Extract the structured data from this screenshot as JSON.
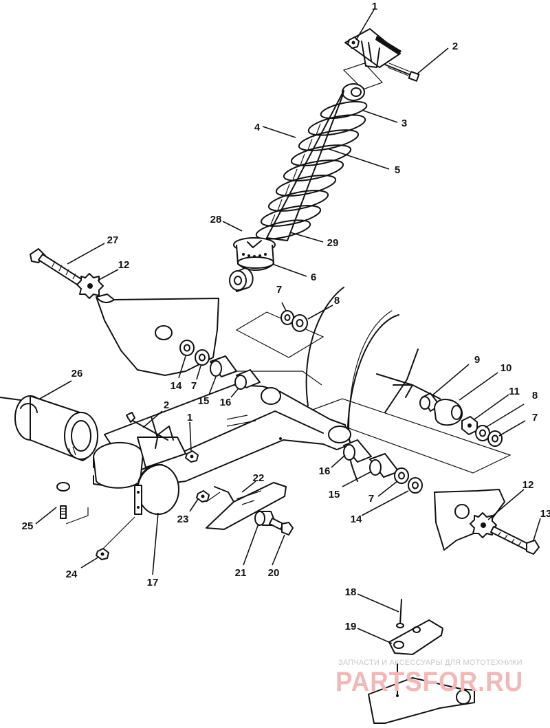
{
  "diagram": {
    "callouts": [
      "1",
      "2",
      "3",
      "4",
      "5",
      "6",
      "7",
      "8",
      "9",
      "10",
      "11",
      "12",
      "13",
      "14",
      "15",
      "16",
      "17",
      "18",
      "19",
      "20",
      "21",
      "22",
      "23",
      "24",
      "25",
      "26",
      "27",
      "28",
      "29"
    ],
    "callout_list": [
      {
        "key": "c1a",
        "label": "1"
      },
      {
        "key": "c2a",
        "label": "2"
      },
      {
        "key": "c3",
        "label": "3"
      },
      {
        "key": "c4",
        "label": "4"
      },
      {
        "key": "c5",
        "label": "5"
      },
      {
        "key": "c28",
        "label": "28"
      },
      {
        "key": "c29",
        "label": "29"
      },
      {
        "key": "c27",
        "label": "27"
      },
      {
        "key": "c12a",
        "label": "12"
      },
      {
        "key": "c6",
        "label": "6"
      },
      {
        "key": "c7a",
        "label": "7"
      },
      {
        "key": "c8a",
        "label": "8"
      },
      {
        "key": "c26",
        "label": "26"
      },
      {
        "key": "c14a",
        "label": "14"
      },
      {
        "key": "c7b",
        "label": "7"
      },
      {
        "key": "c15a",
        "label": "15"
      },
      {
        "key": "c16a",
        "label": "16"
      },
      {
        "key": "c9",
        "label": "9"
      },
      {
        "key": "c10",
        "label": "10"
      },
      {
        "key": "c11",
        "label": "11"
      },
      {
        "key": "c8b",
        "label": "8"
      },
      {
        "key": "c7c",
        "label": "7"
      },
      {
        "key": "c2b",
        "label": "2"
      },
      {
        "key": "c1b",
        "label": "1"
      },
      {
        "key": "c22",
        "label": "22"
      },
      {
        "key": "c16b",
        "label": "16"
      },
      {
        "key": "c15b",
        "label": "15"
      },
      {
        "key": "c7d",
        "label": "7"
      },
      {
        "key": "c12b",
        "label": "12"
      },
      {
        "key": "c13",
        "label": "13"
      },
      {
        "key": "c14b",
        "label": "14"
      },
      {
        "key": "c25",
        "label": "25"
      },
      {
        "key": "c23",
        "label": "23"
      },
      {
        "key": "c24",
        "label": "24"
      },
      {
        "key": "c17",
        "label": "17"
      },
      {
        "key": "c21",
        "label": "21"
      },
      {
        "key": "c20",
        "label": "20"
      },
      {
        "key": "c18",
        "label": "18"
      },
      {
        "key": "c19",
        "label": "19"
      }
    ]
  },
  "watermark": {
    "caption": "ЗАПЧАСТИ И АКСЕССУАРЫ ДЛЯ МОТОТЕХНИКИ",
    "logo": "PARTSFOR.RU",
    "logo_color": "#f2b8b8",
    "caption_color": "#c8c8c8"
  },
  "colors": {
    "ink": "#111111",
    "paper": "#ffffff"
  }
}
